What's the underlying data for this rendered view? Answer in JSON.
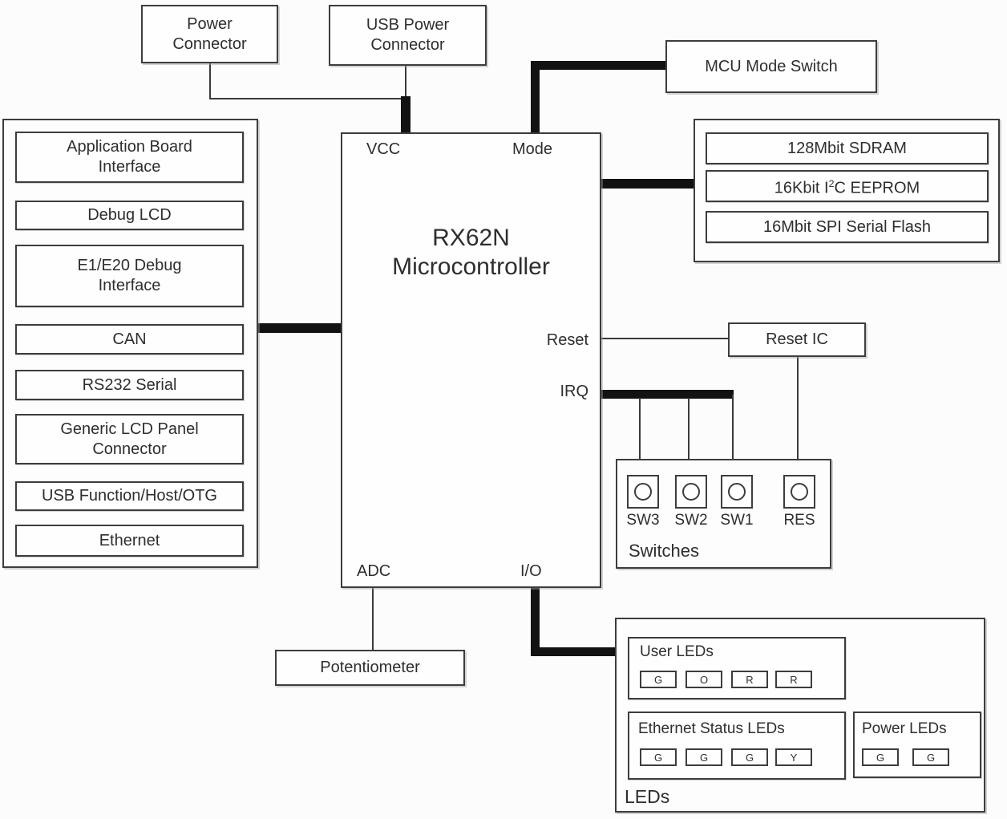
{
  "colors": {
    "line": "#141414",
    "box_border": "#3d3d3d",
    "text": "#2e2e2e",
    "background": "#fcfcfc"
  },
  "power_connector": {
    "line1": "Power",
    "line2": "Connector"
  },
  "usb_power_connector": {
    "line1": "USB Power",
    "line2": "Connector"
  },
  "mcu_mode_switch": {
    "label": "MCU Mode Switch"
  },
  "memory": {
    "sdram": "128Mbit SDRAM",
    "eeprom_pre": "16Kbit I",
    "eeprom_sup": "2",
    "eeprom_post": "C EEPROM",
    "flash": "16Mbit SPI Serial Flash"
  },
  "peripherals": {
    "items": [
      "Application Board Interface",
      "Debug LCD",
      "E1/E20 Debug Interface",
      "CAN",
      "RS232 Serial",
      "Generic LCD Panel Connector",
      "USB Function/Host/OTG",
      "Ethernet"
    ]
  },
  "mcu": {
    "title_line1": "RX62N",
    "title_line2": "Microcontroller",
    "pin_vcc": "VCC",
    "pin_mode": "Mode",
    "pin_reset": "Reset",
    "pin_irq": "IRQ",
    "pin_adc": "ADC",
    "pin_io": "I/O"
  },
  "reset_ic": {
    "label": "Reset IC"
  },
  "switches": {
    "group_label": "Switches",
    "labels": [
      "SW3",
      "SW2",
      "SW1",
      "RES"
    ]
  },
  "potentiometer": {
    "label": "Potentiometer"
  },
  "leds": {
    "group_label": "LEDs",
    "user": {
      "label": "User LEDs",
      "chips": [
        "G",
        "O",
        "R",
        "R"
      ]
    },
    "ethernet": {
      "label": "Ethernet Status LEDs",
      "chips": [
        "G",
        "G",
        "G",
        "Y"
      ]
    },
    "power": {
      "label": "Power LEDs",
      "chips": [
        "G",
        "G"
      ]
    }
  }
}
